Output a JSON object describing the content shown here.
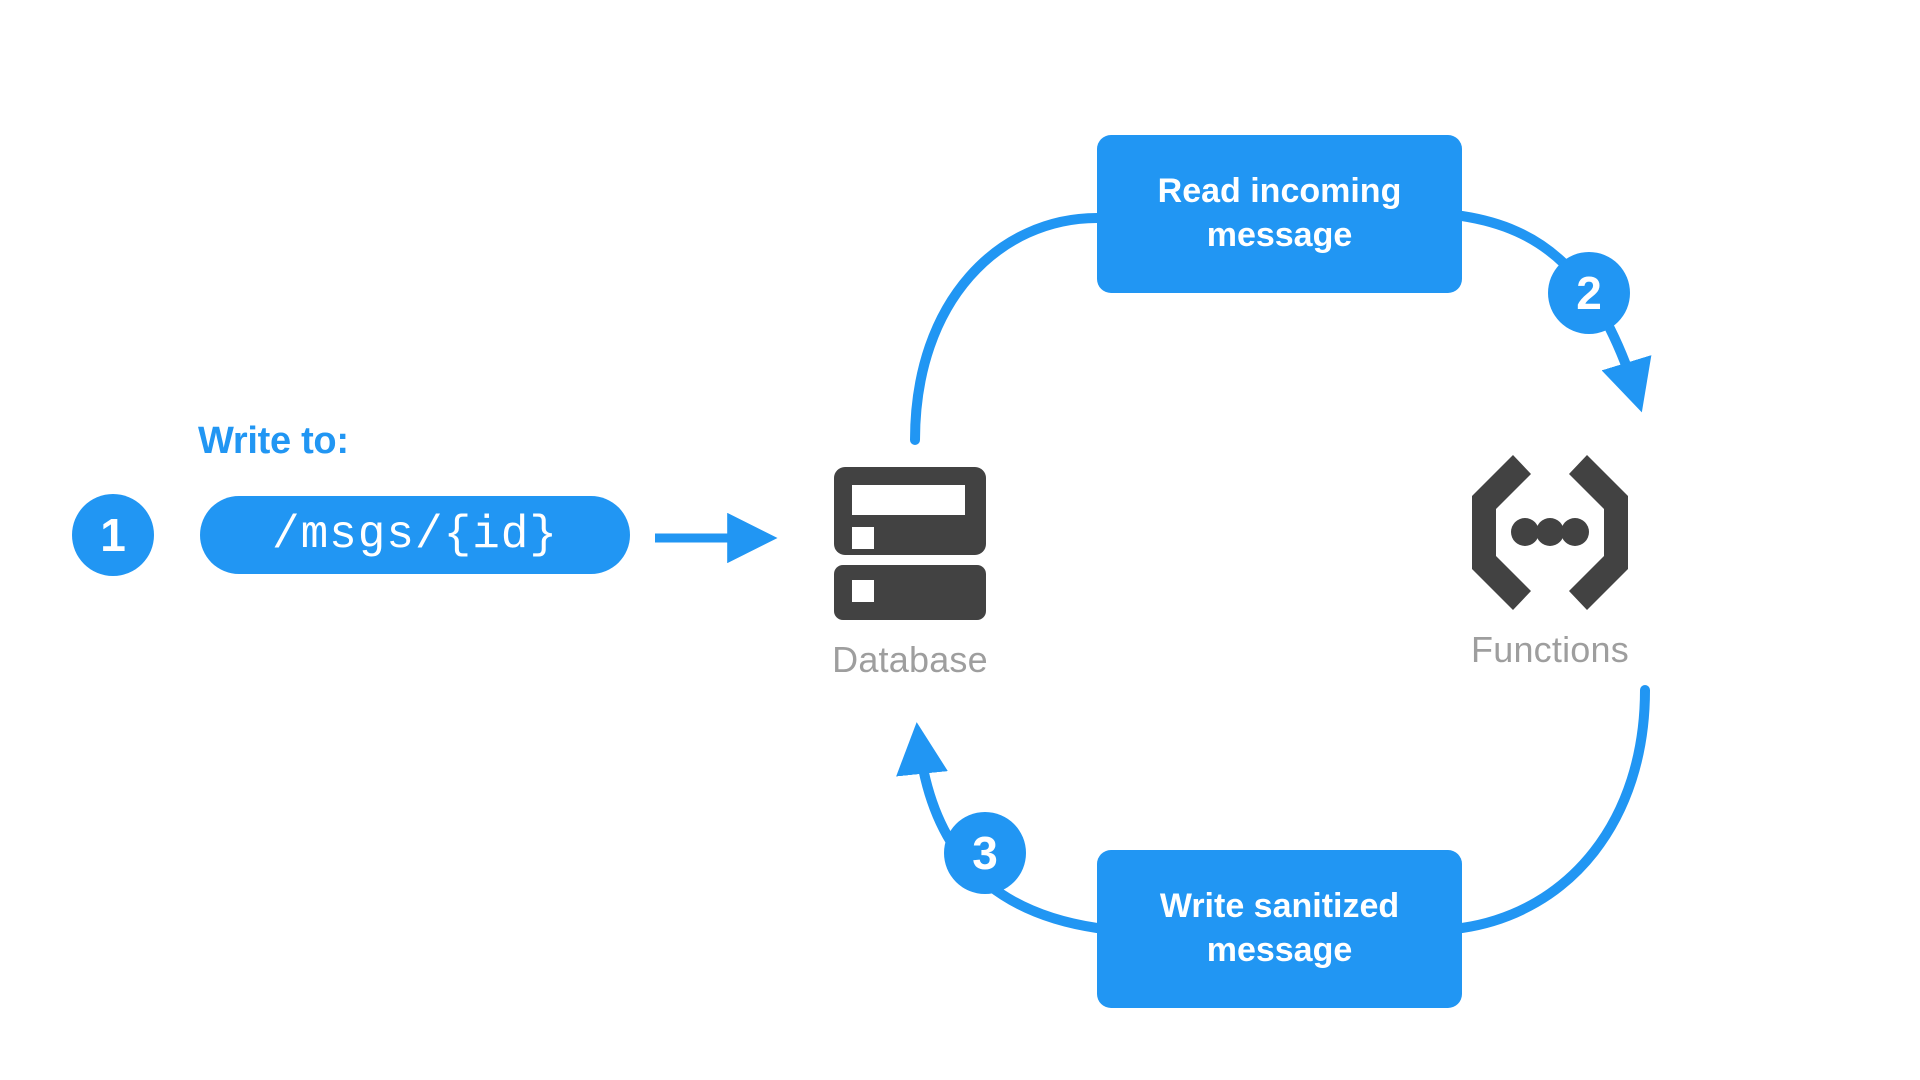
{
  "diagram": {
    "title": "Sanitize message with Cloud Functions flow",
    "background": "#ffffff",
    "accent_color": "#2196f3",
    "icon_color": "#424242",
    "label_color": "#9e9e9e"
  },
  "write_to": {
    "label": "Write to:",
    "path_value": "/msgs/{id}"
  },
  "steps": [
    {
      "number": "1",
      "name": "write-to-database"
    },
    {
      "number": "2",
      "name": "trigger-function"
    },
    {
      "number": "3",
      "name": "write-back-to-database"
    }
  ],
  "actions": [
    {
      "id": "read",
      "label": "Read incoming message"
    },
    {
      "id": "write",
      "label": "Write sanitized message"
    }
  ],
  "services": [
    {
      "id": "database",
      "label": "Database",
      "icon": "database-icon"
    },
    {
      "id": "functions",
      "label": "Functions",
      "icon": "functions-braces-icon"
    }
  ],
  "connectors": [
    {
      "name": "pill-to-database-arrow",
      "kind": "straight",
      "arrowhead": true
    },
    {
      "name": "database-to-read-curve",
      "kind": "arc",
      "arrowhead": false
    },
    {
      "name": "read-to-functions-arrow",
      "kind": "arc",
      "arrowhead": true
    },
    {
      "name": "functions-to-write-curve",
      "kind": "arc",
      "arrowhead": false
    },
    {
      "name": "write-to-database-arrow",
      "kind": "arc",
      "arrowhead": true
    }
  ]
}
